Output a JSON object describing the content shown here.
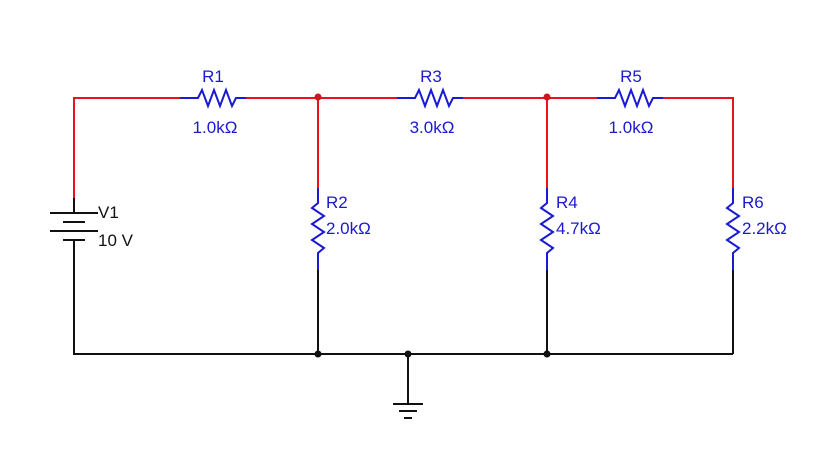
{
  "colors": {
    "live_wire": "#e8131b",
    "ground_wire": "#111111",
    "component_label": "#1a1ad0",
    "background": "#ffffff",
    "junction": "#d0141c"
  },
  "source": {
    "name": "V1",
    "value": "10 V",
    "icon": "dc-battery-icon"
  },
  "resistors": [
    {
      "name": "R1",
      "value": "1.0kΩ",
      "orientation": "horizontal"
    },
    {
      "name": "R3",
      "value": "3.0kΩ",
      "orientation": "horizontal"
    },
    {
      "name": "R5",
      "value": "1.0kΩ",
      "orientation": "horizontal"
    },
    {
      "name": "R2",
      "value": "2.0kΩ",
      "orientation": "vertical"
    },
    {
      "name": "R4",
      "value": "4.7kΩ",
      "orientation": "vertical"
    },
    {
      "name": "R6",
      "value": "2.2kΩ",
      "orientation": "vertical"
    }
  ],
  "ground": {
    "icon": "ground-icon"
  }
}
